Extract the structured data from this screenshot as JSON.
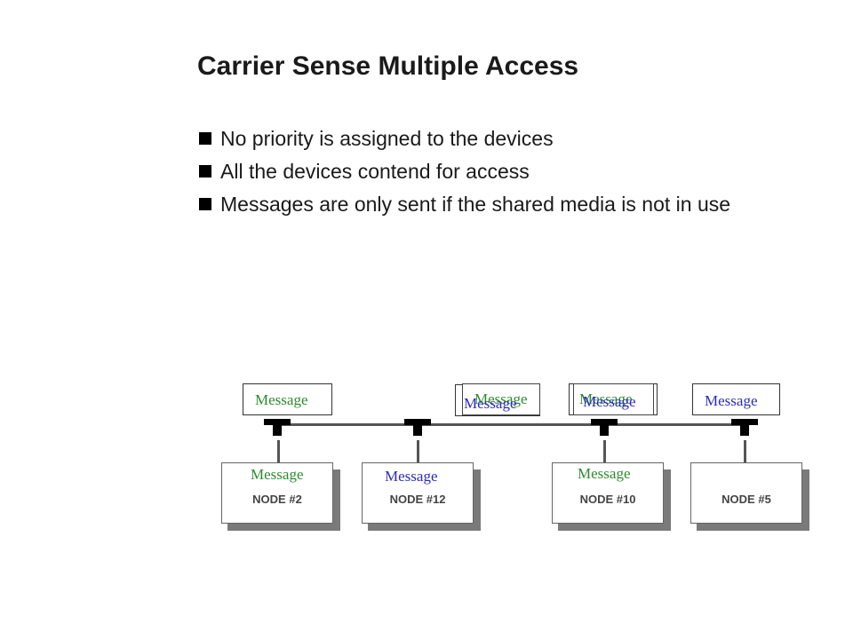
{
  "title": "Carrier Sense Multiple Access",
  "bullets": [
    "No priority is assigned to the devices",
    "All the devices contend for access",
    "Messages are only sent if the shared media is not in use"
  ],
  "colors": {
    "green_message": "#2e8b2e",
    "blue_message": "#2b2bbf",
    "bus": "#555555",
    "tap": "#000000"
  },
  "nodes": [
    {
      "label": "NODE  #2",
      "message": "Message"
    },
    {
      "label": "NODE  #12",
      "message": "Message"
    },
    {
      "label": "NODE  #10",
      "message": "Message"
    },
    {
      "label": "NODE  #5",
      "message": ""
    }
  ],
  "bus_messages": [
    "Message",
    "Message",
    "Message",
    "Message",
    "Message",
    "Message"
  ]
}
